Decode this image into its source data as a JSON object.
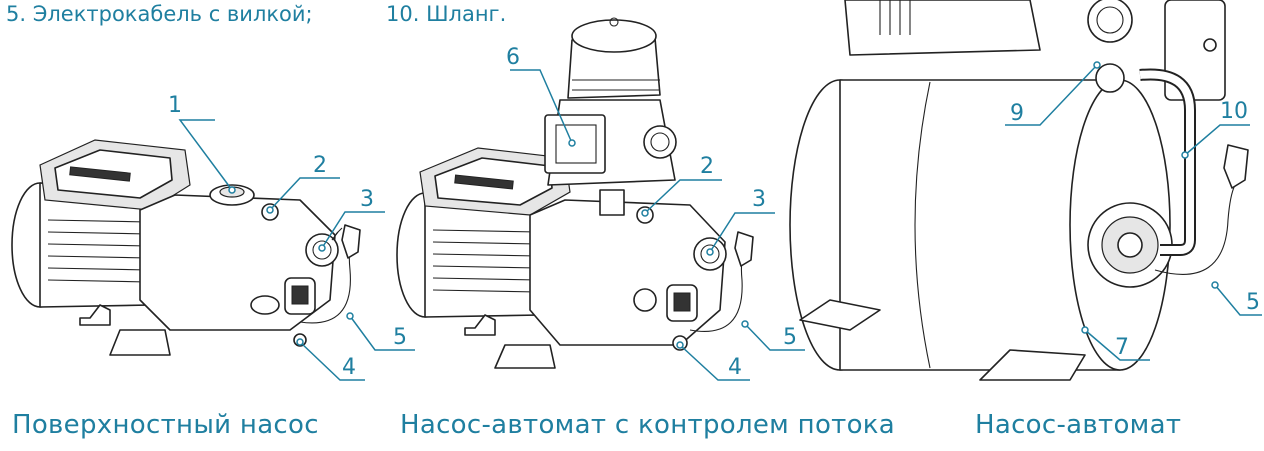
{
  "legend": [
    {
      "text": "5. Электрокабель с вилкой;"
    },
    {
      "text": "10. Шланг."
    }
  ],
  "titles": [
    {
      "text": "Поверхностный насос"
    },
    {
      "text": "Насос-автомат с контролем потока"
    },
    {
      "text": "Насос-автомат"
    }
  ],
  "callouts": {
    "p1": [
      "1",
      "2",
      "3",
      "4",
      "5"
    ],
    "p2": [
      "6",
      "2",
      "3",
      "4",
      "5"
    ],
    "p3": [
      "9",
      "10",
      "5",
      "7"
    ]
  },
  "colors": {
    "accent": "#1f7fa0",
    "line": "#222222"
  }
}
